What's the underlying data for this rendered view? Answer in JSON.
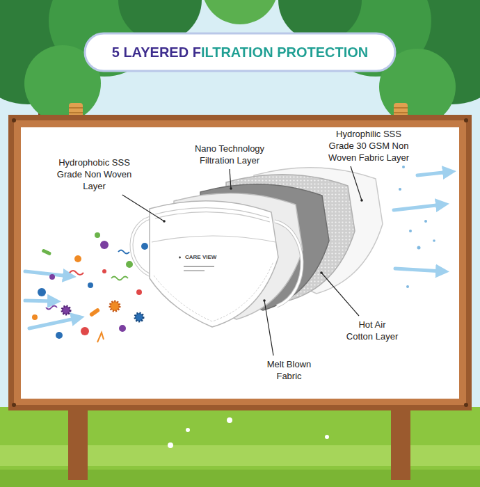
{
  "diagram": {
    "title": "5 LAYERED FILTRATION PROTECTION",
    "labels": [
      "Hydrophobic SSS Grade Non Woven Layer",
      "Nano Technology Filtration Layer",
      "Hydrophilic SSS Grade 30 GSM Non Woven Fabric Layer",
      "Hot Air Cotton Layer",
      "Melt Blown Fabric",
      "CARE VIEW"
    ]
  }
}
